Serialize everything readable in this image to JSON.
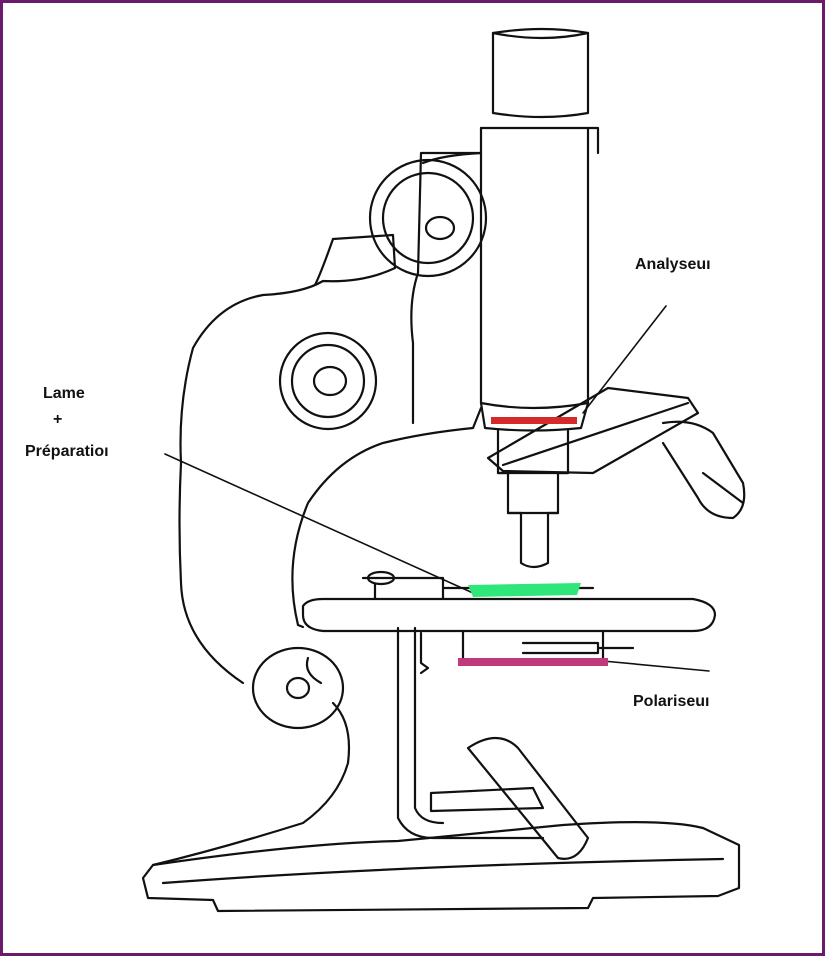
{
  "diagram": {
    "labels": {
      "analyseur": "Analyseuı",
      "lame": "Lame",
      "plus": "+",
      "preparation": "Préparatioı",
      "polariseur": "Polariseuı"
    },
    "colors": {
      "frame": "#6b1a6b",
      "line": "#111111",
      "analyseur": "#d42a2a",
      "lame": "#2ee67a",
      "polariseur": "#c0397a"
    }
  }
}
